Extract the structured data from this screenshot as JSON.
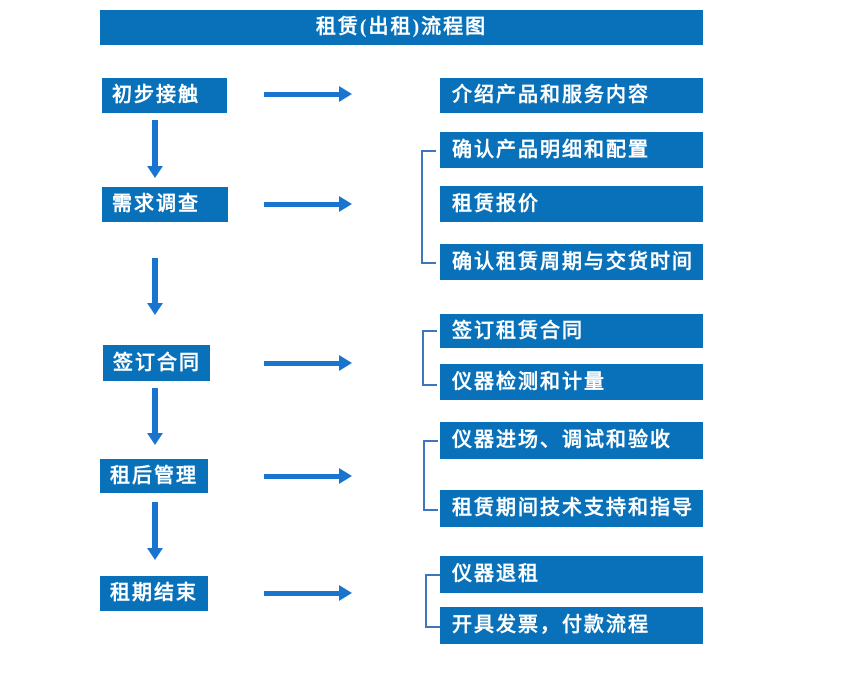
{
  "title": "租赁(出租)流程图",
  "colors": {
    "box_blue": "#0971B9",
    "arrow_blue": "#1874CF",
    "bracket_blue": "#3C76BC",
    "text": "#FFFFFF"
  },
  "rows": [
    {
      "step": "初步接触",
      "outputs": [
        "介绍产品和服务内容"
      ]
    },
    {
      "step": "需求调查",
      "outputs": [
        "确认产品明细和配置",
        "租赁报价",
        "确认租赁周期与交货时间"
      ]
    },
    {
      "step": "签订合同",
      "outputs": [
        "签订租赁合同",
        "仪器检测和计量"
      ]
    },
    {
      "step": "租后管理",
      "outputs": [
        "仪器进场、调试和验收",
        "租赁期间技术支持和指导"
      ]
    },
    {
      "step": "租期结束",
      "outputs": [
        "仪器退租",
        "开具发票，付款流程"
      ]
    }
  ]
}
